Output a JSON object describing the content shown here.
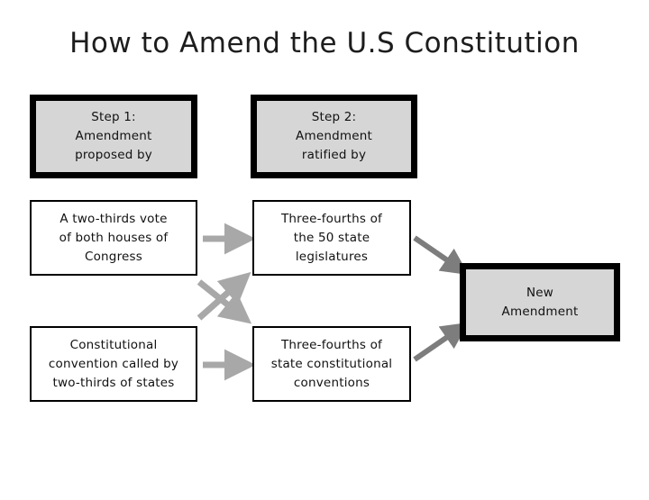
{
  "diagram": {
    "title": "How to Amend the U.S Constitution",
    "type": "flowchart",
    "colors": {
      "header_fill": "#d6d6d6",
      "plain_fill": "#ffffff",
      "border": "#000000",
      "arrow_light": "#a8a8a8",
      "arrow_dark": "#7d7d7d",
      "text": "#111111",
      "background": "#ffffff"
    },
    "headers": [
      {
        "id": "step1",
        "lines": [
          "Step 1:",
          "Amendment",
          "proposed by"
        ]
      },
      {
        "id": "step2",
        "lines": [
          "Step 2:",
          "Amendment",
          "ratified by"
        ]
      }
    ],
    "nodes": [
      {
        "id": "congress",
        "lines": [
          "A two-thirds vote",
          "of both houses of",
          "Congress"
        ]
      },
      {
        "id": "convention-call",
        "lines": [
          "Constitutional",
          "convention called by",
          "two-thirds of states"
        ]
      },
      {
        "id": "legislatures",
        "lines": [
          "Three-fourths of",
          "the 50 state",
          "legislatures"
        ]
      },
      {
        "id": "state-conventions",
        "lines": [
          "Three-fourths of",
          "state constitutional",
          "conventions"
        ]
      }
    ],
    "result": {
      "id": "new-amendment",
      "lines": [
        "New",
        "Amendment"
      ]
    },
    "connections": [
      {
        "from": "congress",
        "to": "legislatures",
        "style": "straight-right"
      },
      {
        "from": "congress",
        "to": "state-conventions",
        "style": "diagonal-down-right"
      },
      {
        "from": "convention-call",
        "to": "legislatures",
        "style": "diagonal-up-right"
      },
      {
        "from": "convention-call",
        "to": "state-conventions",
        "style": "straight-right"
      },
      {
        "from": "legislatures",
        "to": "new-amendment",
        "style": "diagonal-down-right"
      },
      {
        "from": "state-conventions",
        "to": "new-amendment",
        "style": "diagonal-up-right"
      }
    ]
  }
}
